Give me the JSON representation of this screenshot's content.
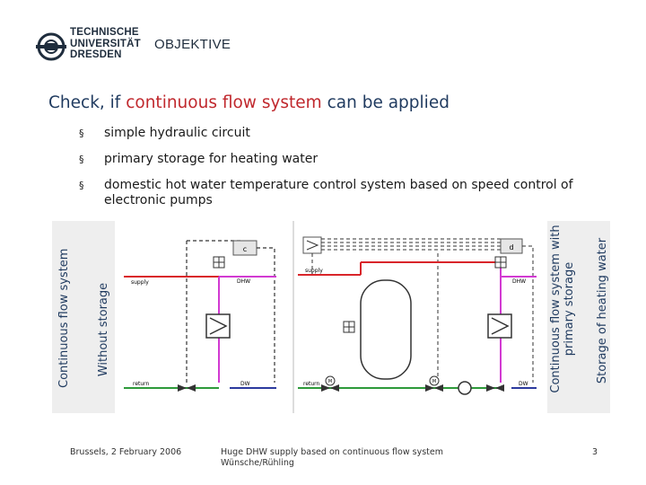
{
  "header": {
    "logo_lines": [
      "TECHNISCHE",
      "UNIVERSITÄT",
      "DRESDEN"
    ],
    "section_title": "OBJEKTIVE"
  },
  "slide": {
    "title_prefix": "Check, if ",
    "title_highlight": "continuous flow system",
    "title_suffix": " can be applied",
    "bullets": [
      "simple hydraulic circuit",
      "primary storage for heating water",
      "domestic hot water temperature control system based on speed control of electronic pumps"
    ],
    "bullet_mark": "§"
  },
  "diagram": {
    "left_label_1": "Continuous flow system",
    "left_label_2": "Without storage",
    "right_label_1": "Continuous flow system with primary storage",
    "right_label_2": "Storage of heating water",
    "box_c": "c",
    "box_d": "d",
    "supply": "supply",
    "return": "return",
    "dhw": "DHW",
    "dw": "DW",
    "m": "M"
  },
  "footer": {
    "date": "Brussels, 2 February 2006",
    "talk_line1": "Huge DHW supply based on continuous flow system",
    "talk_line2": "Wünsche/Rühling",
    "page": "3"
  },
  "colors": {
    "accent_red": "#c0282d",
    "title_blue": "#1f3a5f",
    "pipe_red": "#d9252a",
    "pipe_magenta": "#d23ad2",
    "pipe_blue": "#2b3a9e",
    "pipe_green": "#2e9a3a",
    "dashed": "#333333"
  }
}
